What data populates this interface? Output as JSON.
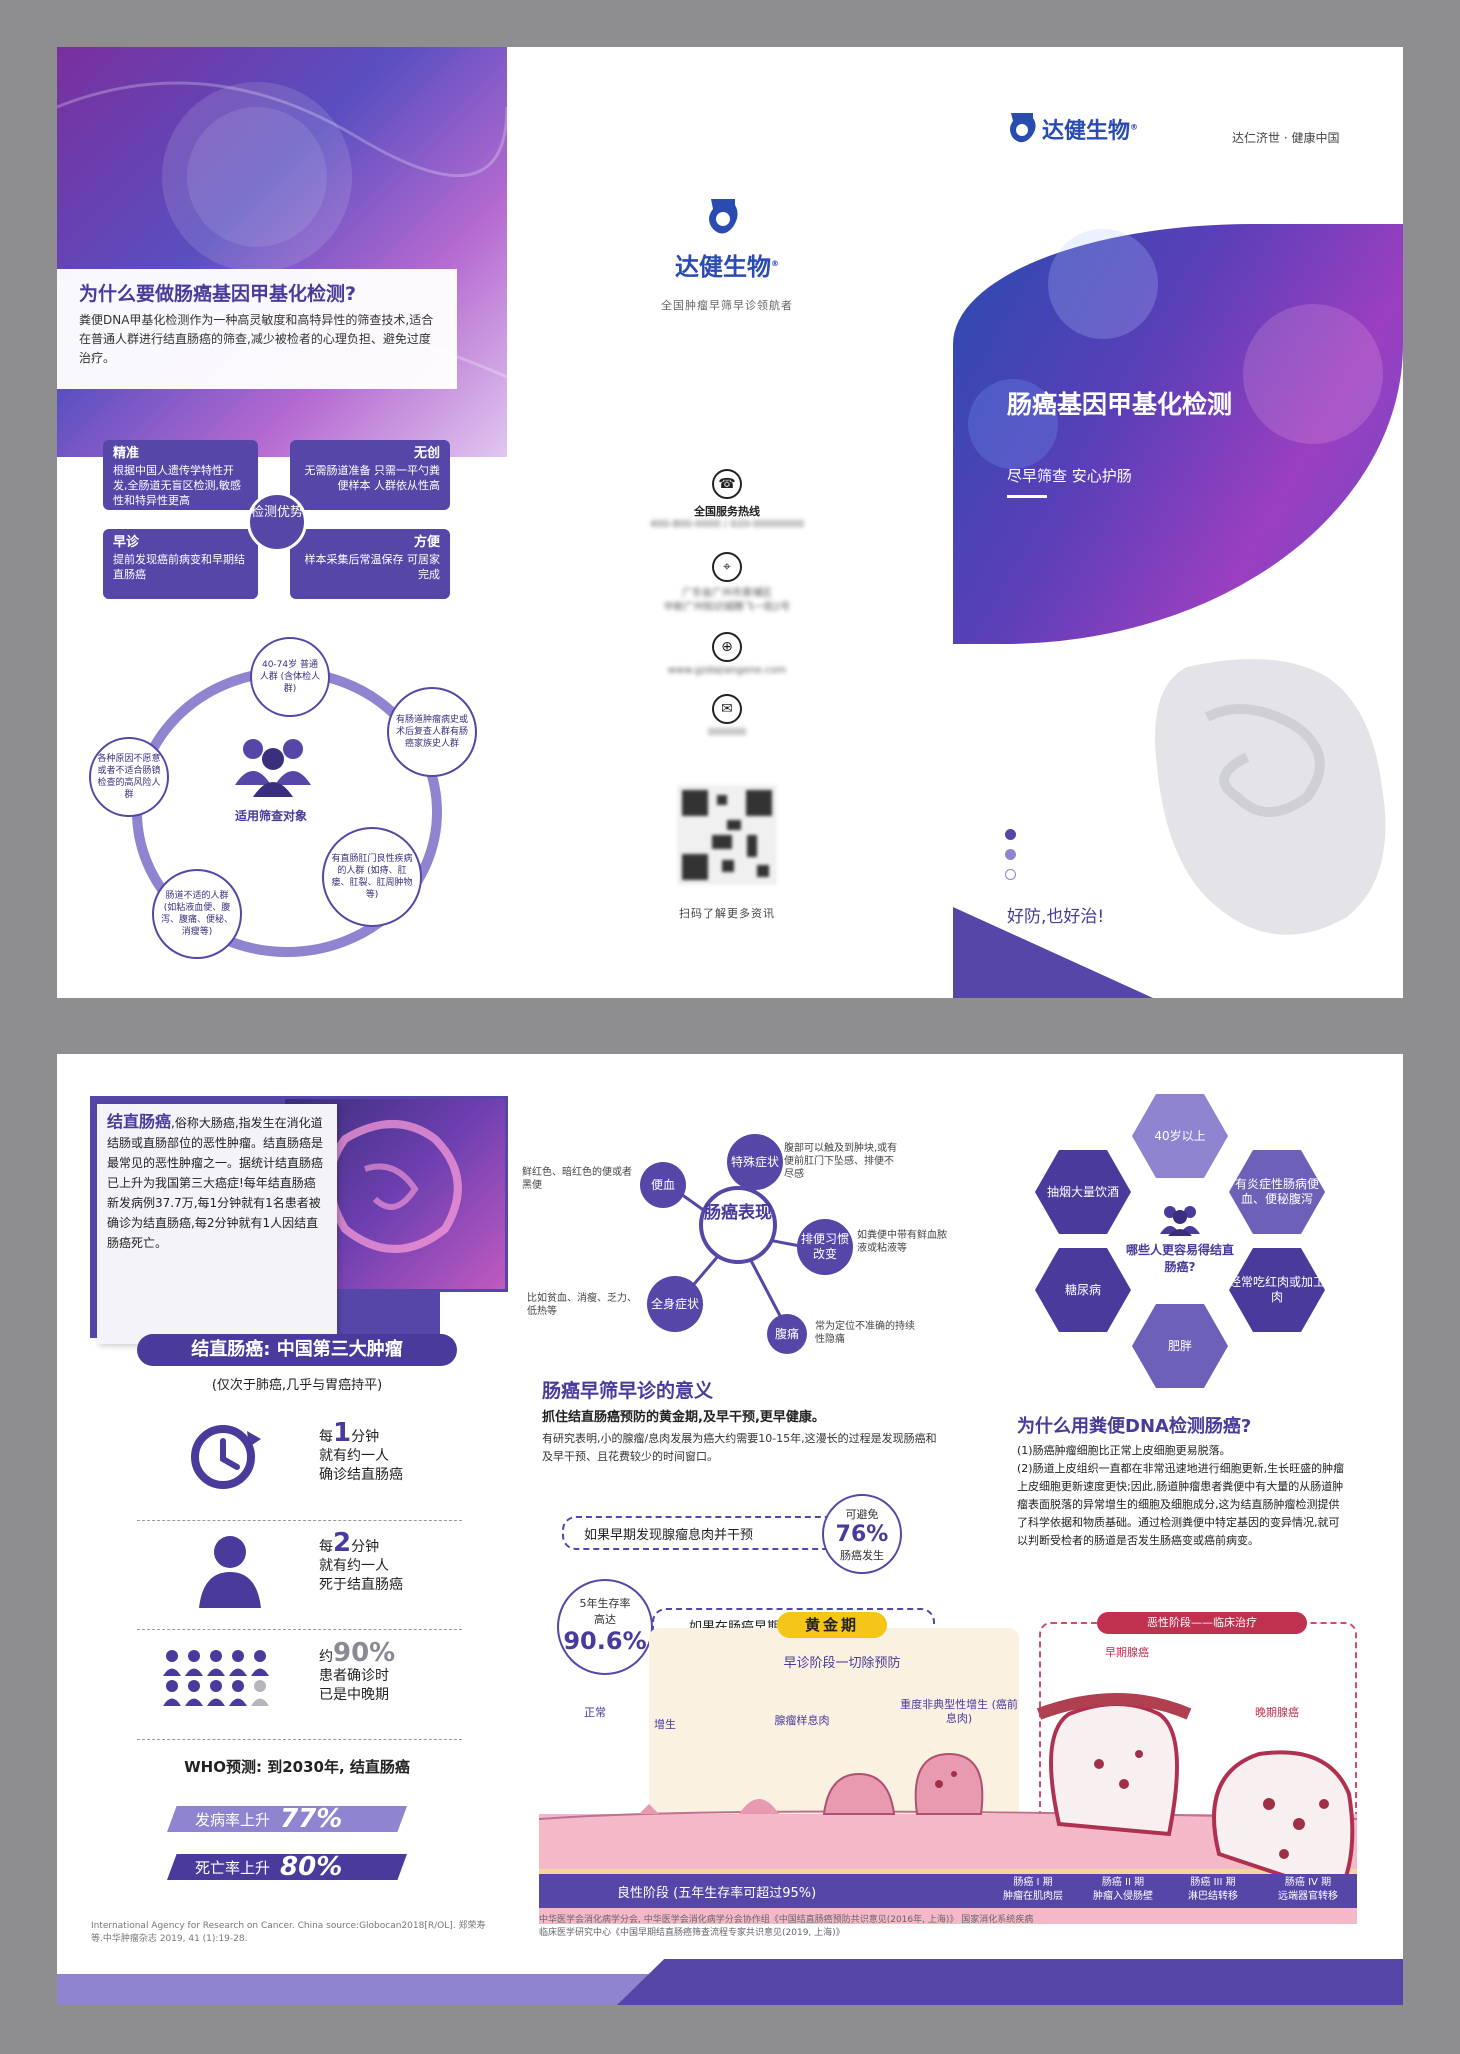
{
  "brand": {
    "name": "达健生物",
    "registered": "®",
    "slogan": "全国肿瘤早筛早诊领航者",
    "tagline": "达仁济世 · 健康中国"
  },
  "panel_why": {
    "title": "为什么要做肠癌基因甲基化检测?",
    "body": "粪便DNA甲基化检测作为一种高灵敏度和高特异性的筛查技术,适合在普通人群进行结直肠癌的筛查,减少被检者的心理负担、避免过度治疗。",
    "center": "检测优势",
    "advantages": [
      {
        "title": "精准",
        "text": "根据中国人遗传学特性开发,全肠道无盲区检测,敏感性和特异性更高"
      },
      {
        "title": "无创",
        "text": "无需肠道准备 只需一平勺粪便样本 人群依从性高"
      },
      {
        "title": "早诊",
        "text": "提前发现癌前病变和早期结直肠癌"
      },
      {
        "title": "方便",
        "text": "样本采集后常温保存 可居家完成"
      }
    ],
    "target_label": "适用筛查对象",
    "targets": [
      "40-74岁 普通人群 (含体检人群)",
      "有肠道肿瘤病史或术后复查人群有肠癌家族史人群",
      "有直肠肛门良性疾病的人群 (如痔、肛瘘、肛裂、肛周肿物等)",
      "肠道不适的人群 (如粘液血便、腹泻、腹痛、便秘、消瘦等)",
      "各种原因不愿意或者不适合肠镜检查的高风险人群"
    ]
  },
  "contact": {
    "hotline_label": "全国服务热线",
    "hotline": "400-800-0000 / 020-00000000",
    "address_line1": "广东省广州市黄埔区",
    "address_line2": "中新广州知识城腾飞一街2号",
    "website": "www.gzdajiangene.com",
    "email": "000000",
    "qr_caption": "扫码了解更多资讯",
    "icons": [
      "phone-icon",
      "location-icon",
      "globe-icon",
      "mail-icon"
    ]
  },
  "cover": {
    "title": "肠癌基因甲基化检测",
    "subtitle": "尽早筛查 安心护肠",
    "bottom": "好防,也好治!"
  },
  "intro": {
    "term": "结直肠癌",
    "text": ",俗称大肠癌,指发生在消化道结肠或直肠部位的恶性肿瘤。结直肠癌是最常见的恶性肿瘤之一。据统计结直肠癌已上升为我国第三大癌症!每年结直肠癌新发病例37.7万,每1分钟就有1名患者被确诊为结直肠癌,每2分钟就有1人因结直肠癌死亡。"
  },
  "stats": {
    "banner": "结直肠癌: 中国第三大肿瘤",
    "sub": "(仅次于肺癌,几乎与胃癌持平)",
    "items": [
      {
        "pre": "每",
        "num": "1",
        "unit": "分钟",
        "l2": "就有约一人",
        "l3": "确诊结直肠癌"
      },
      {
        "pre": "每",
        "num": "2",
        "unit": "分钟",
        "l2": "就有约一人",
        "l3": "死于结直肠癌"
      },
      {
        "pre": "约",
        "num": "90%",
        "unit": "",
        "l2": "患者确诊时",
        "l3": "已是中晚期"
      }
    ],
    "who": "WHO预测: 到2030年, 结直肠癌",
    "bar1_label": "发病率上升",
    "bar1_pct": "77%",
    "bar2_label": "死亡率上升",
    "bar2_pct": "80%",
    "reference": "International Agency for Research on Cancer. China source:Globocan2018[R/OL]. 郑荣寿等.中华肿瘤杂志 2019, 41 (1):19-28."
  },
  "symptoms": {
    "center": "肠癌表现",
    "items": [
      {
        "label": "便血",
        "note": "鲜红色、暗红色的便或者黑便"
      },
      {
        "label": "特殊症状",
        "note": "腹部可以触及到肿块,或有便前肛门下坠感、排便不尽感"
      },
      {
        "label": "排便习惯改变",
        "note": "如粪便中带有鲜血脓液或粘液等"
      },
      {
        "label": "全身症状",
        "note": "比如贫血、消瘦、乏力、低热等"
      },
      {
        "label": "腹痛",
        "note": "常为定位不准确的持续性隐痛"
      }
    ]
  },
  "meaning": {
    "title": "肠癌早筛早诊的意义",
    "bold": "抓住结直肠癌预防的黄金期,及早干预,更早健康。",
    "text": "有研究表明,小的腺瘤/息肉发展为癌大约需要10-15年,这漫长的过程是发现肠癌和及早干预、且花费较少的时间窗口。",
    "box1": "如果早期发现腺瘤息肉并干预",
    "stat1_top": "可避免",
    "stat1_num": "76%",
    "stat1_bottom": "肠癌发生",
    "box2": "如果在肠癌早期(I期)进行切除",
    "stat2_top": "5年生存率高达",
    "stat2_num": "90.6%"
  },
  "risk": {
    "center": "哪些人更容易得结直肠癌?",
    "items": [
      "40岁以上",
      "抽烟大量饮酒",
      "有炎症性肠病便血、便秘腹泻",
      "糖尿病",
      "经常吃红肉或加工肉",
      "肥胖"
    ]
  },
  "dna": {
    "title": "为什么用粪便DNA检测肠癌?",
    "p1": "(1)肠癌肿瘤细胞比正常上皮细胞更易脱落。",
    "p2": "(2)肠道上皮组织一直都在非常迅速地进行细胞更新,生长旺盛的肿瘤上皮细胞更新速度更快;因此,肠道肿瘤患者粪便中有大量的从肠道肿瘤表面脱落的异常增生的细胞及细胞成分,这为结直肠肿瘤检测提供了科学依据和物质基础。通过检测粪便中特定基因的变异情况,就可以判断受检者的肠道是否发生肠癌变或癌前病变。"
  },
  "stages": {
    "golden_tag": "黄金期",
    "golden_sub": "早诊阶段一切除预防",
    "malignant_tag": "恶性阶段——临床治疗",
    "labels": [
      "正常",
      "增生",
      "腺瘤样息肉",
      "重度非典型性增生 (癌前息肉)",
      "早期腺癌",
      "晚期腺癌"
    ],
    "bottom_bar": "良性阶段 (五年生存率可超过95%)",
    "phases": [
      {
        "t": "肠癌 I 期",
        "s": "肿瘤在肌肉层"
      },
      {
        "t": "肠癌 II 期",
        "s": "肿瘤入侵肠壁"
      },
      {
        "t": "肠癌 III 期",
        "s": "淋巴结转移"
      },
      {
        "t": "肠癌 IV 期",
        "s": "远端器官转移"
      }
    ],
    "refs": "中华医学会消化病学分会, 中华医学会消化病学分会协作组《中国结直肠癌预防共识意见(2016年, 上海)》 国家消化系统疾病临床医学研究中心《中国早期结直肠癌筛查流程专家共识意见(2019, 上海)》"
  },
  "colors": {
    "primary": "#5546a8",
    "dark": "#3a2f7c",
    "light": "#8f84d0",
    "gold": "#f5c518"
  }
}
